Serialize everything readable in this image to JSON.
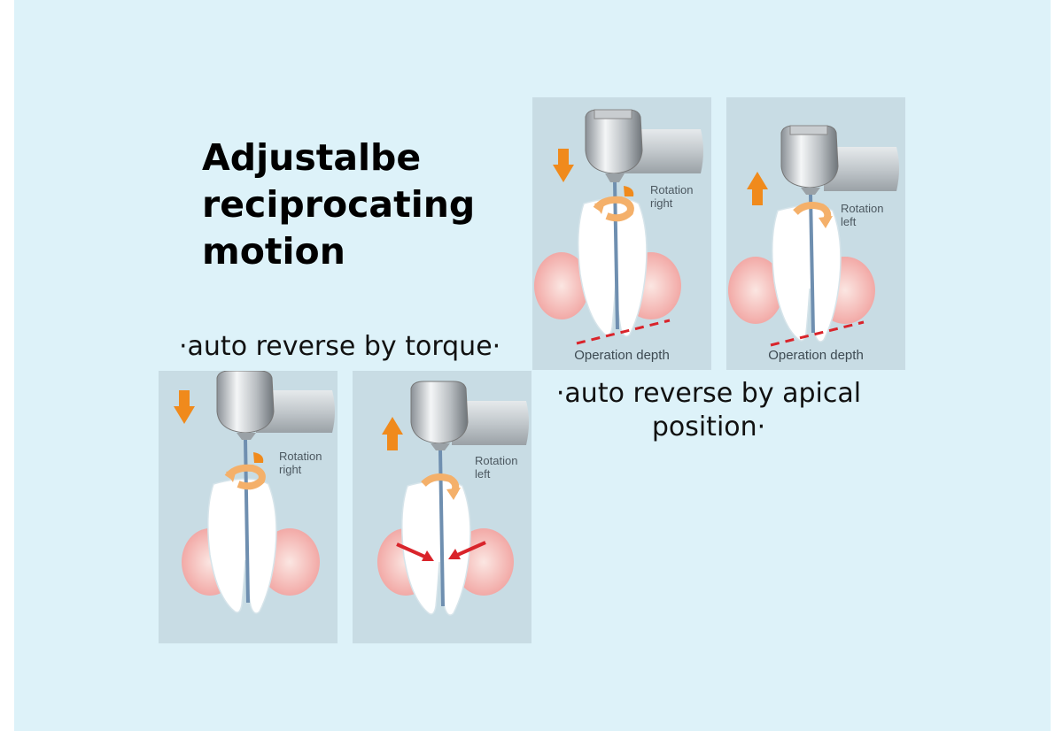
{
  "title": {
    "line1": "Adjustalbe",
    "line2": "reciprocating",
    "line3": "motion"
  },
  "captions": {
    "torque": "·auto reverse by torque·",
    "apical_line1": "·auto reverse by apical",
    "apical_line2": "position·"
  },
  "panels": [
    {
      "id": "apical-right",
      "arrow": "down",
      "rotation_line1": "Rotation",
      "rotation_line2": "right",
      "depth": "Operation depth"
    },
    {
      "id": "apical-left",
      "arrow": "up",
      "rotation_line1": "Rotation",
      "rotation_line2": "left",
      "depth": "Operation depth"
    },
    {
      "id": "torque-right",
      "arrow": "down",
      "rotation_line1": "Rotation",
      "rotation_line2": "right"
    },
    {
      "id": "torque-left",
      "arrow": "up",
      "rotation_line1": "Rotation",
      "rotation_line2": "left"
    }
  ],
  "colors": {
    "background": "#ddf2f9",
    "panel": "#c8dce4",
    "arrow": "#f08a1c",
    "depth_line": "#d9242b",
    "force_arrow": "#d9242b"
  }
}
